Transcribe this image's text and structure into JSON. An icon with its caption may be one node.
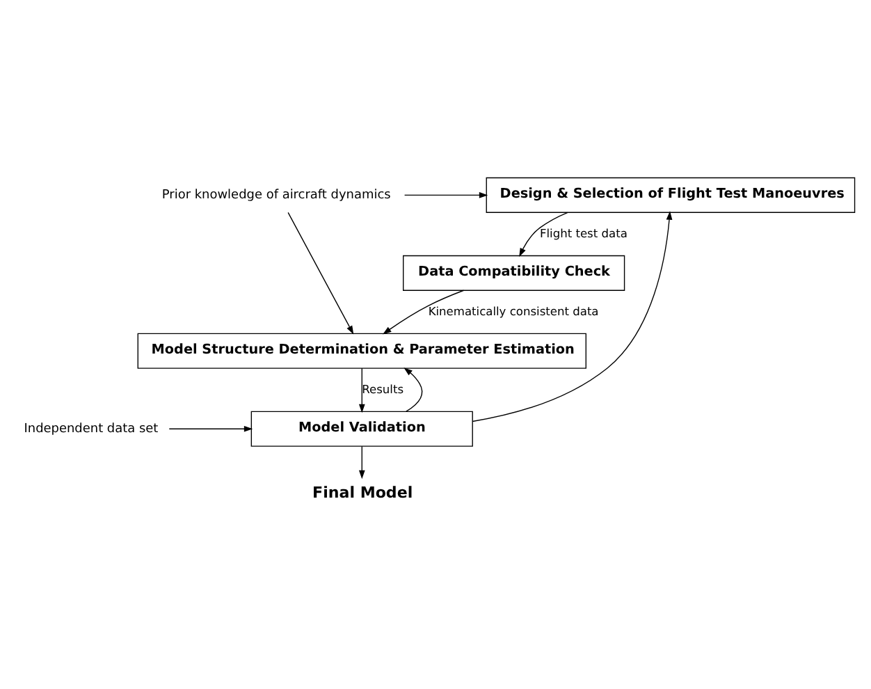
{
  "diagram": {
    "nodes": [
      {
        "text": [
          "Prior knowledge of aircraft dynamics"
        ]
      },
      {
        "text": [
          "Design & Selection of Flight Test Manoeuvres"
        ]
      },
      {
        "text": [
          "Data Compatibility Check"
        ]
      },
      {
        "text": [
          "Model Structure Determination & Parameter Estimation"
        ]
      },
      {
        "text": [
          "Independent data set"
        ]
      },
      {
        "text": [
          "Model Validation"
        ]
      },
      {
        "text": [
          "Final Model"
        ]
      }
    ],
    "edges": [
      {
        "from": 0,
        "to": 1,
        "arrow": "to"
      },
      {
        "from": 0,
        "to": 3,
        "arrow": "to"
      },
      {
        "from": 1,
        "to": 2,
        "arrow": "to",
        "label": "Flight test data"
      },
      {
        "from": 2,
        "to": 3,
        "arrow": "to",
        "label": "Kinematically consistent data"
      },
      {
        "from": 3,
        "to": 5,
        "arrow": "to",
        "label": "Results"
      },
      {
        "from": 4,
        "to": 5,
        "arrow": "to"
      },
      {
        "from": 5,
        "to": 6,
        "arrow": "to"
      },
      {
        "from": 5,
        "to": 3,
        "arrow": "to"
      },
      {
        "from": 5,
        "to": 1,
        "arrow": "to"
      }
    ]
  }
}
